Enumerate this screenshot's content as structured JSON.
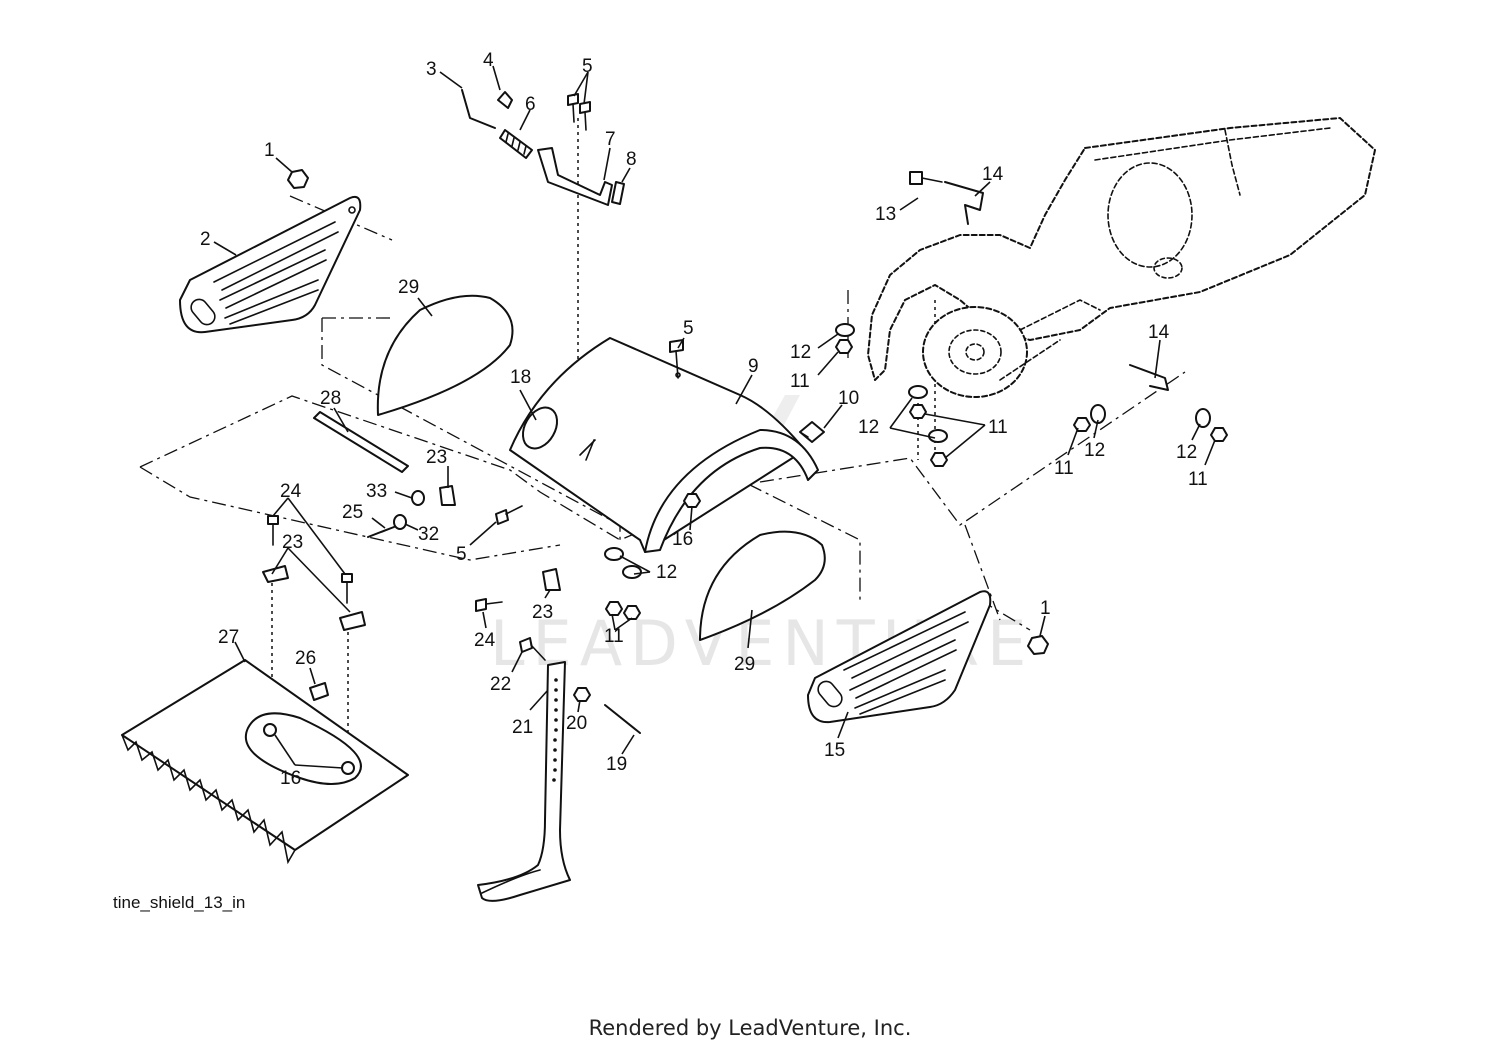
{
  "diagram": {
    "caption": "tine_shield_13_in",
    "watermark": "LEADVENTURE",
    "footer": "Rendered by LeadVenture, Inc.",
    "callouts": [
      "1",
      "2",
      "3",
      "4",
      "5",
      "6",
      "7",
      "8",
      "9",
      "10",
      "11",
      "12",
      "13",
      "14",
      "15",
      "16",
      "18",
      "19",
      "20",
      "21",
      "22",
      "23",
      "24",
      "25",
      "26",
      "27",
      "28",
      "29",
      "32",
      "33"
    ]
  }
}
